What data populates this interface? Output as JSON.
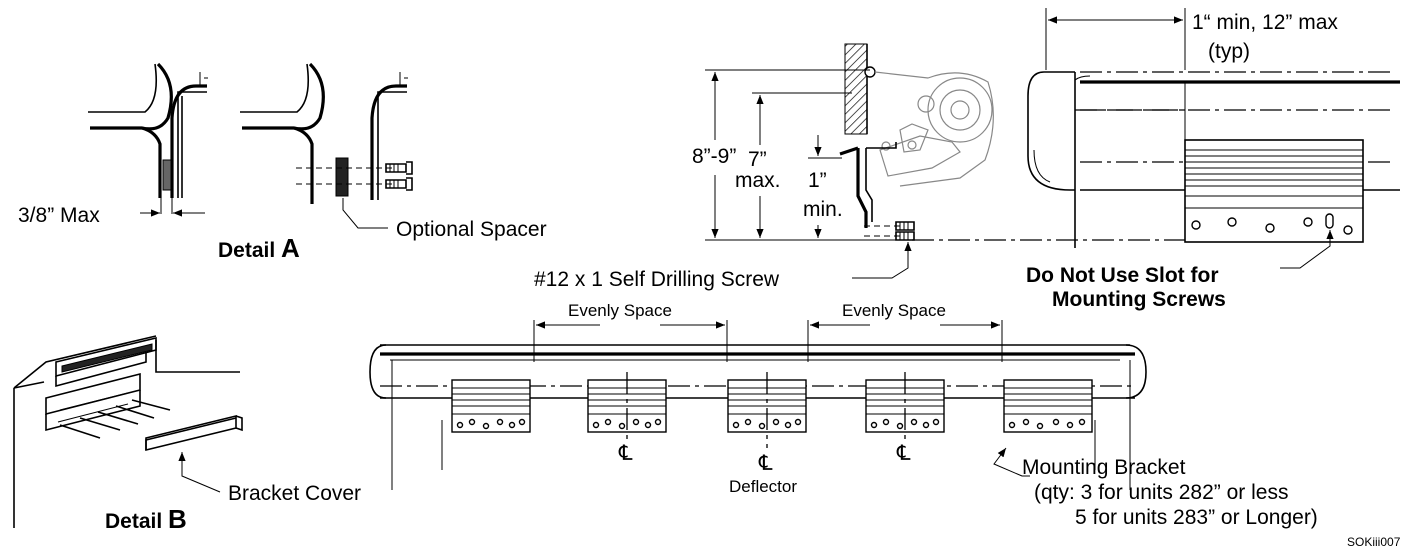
{
  "detail_a": {
    "dimension_label": "3/8” Max",
    "spacer_label": "Optional Spacer",
    "title_prefix": "Detail ",
    "title_letter": "A"
  },
  "detail_b": {
    "cover_label": "Bracket Cover",
    "title_prefix": "Detail ",
    "title_letter": "B"
  },
  "side_view": {
    "dim_overall": "8”-9”",
    "dim_bracket_1": "7”",
    "dim_bracket_2": "max.",
    "dim_min_1": "1”",
    "dim_min_2": "min.",
    "screw_label": "#12 x 1 Self Drilling Screw"
  },
  "top_right": {
    "end_dim_1": "1“ min, 12” max",
    "end_dim_2": "(typ)",
    "slot_note_1": "Do Not Use Slot for",
    "slot_note_2": "Mounting Screws"
  },
  "front_view": {
    "spacing_left": "Evenly Space",
    "spacing_right": "Evenly Space",
    "center_symbol": "℄",
    "deflector_label": "Deflector",
    "bracket_label": "Mounting Bracket",
    "qty_line_1": "(qty: 3 for units 282” or less",
    "qty_line_2": "5 for units 283” or Longer)"
  },
  "drawing_code": "SOKiii007"
}
